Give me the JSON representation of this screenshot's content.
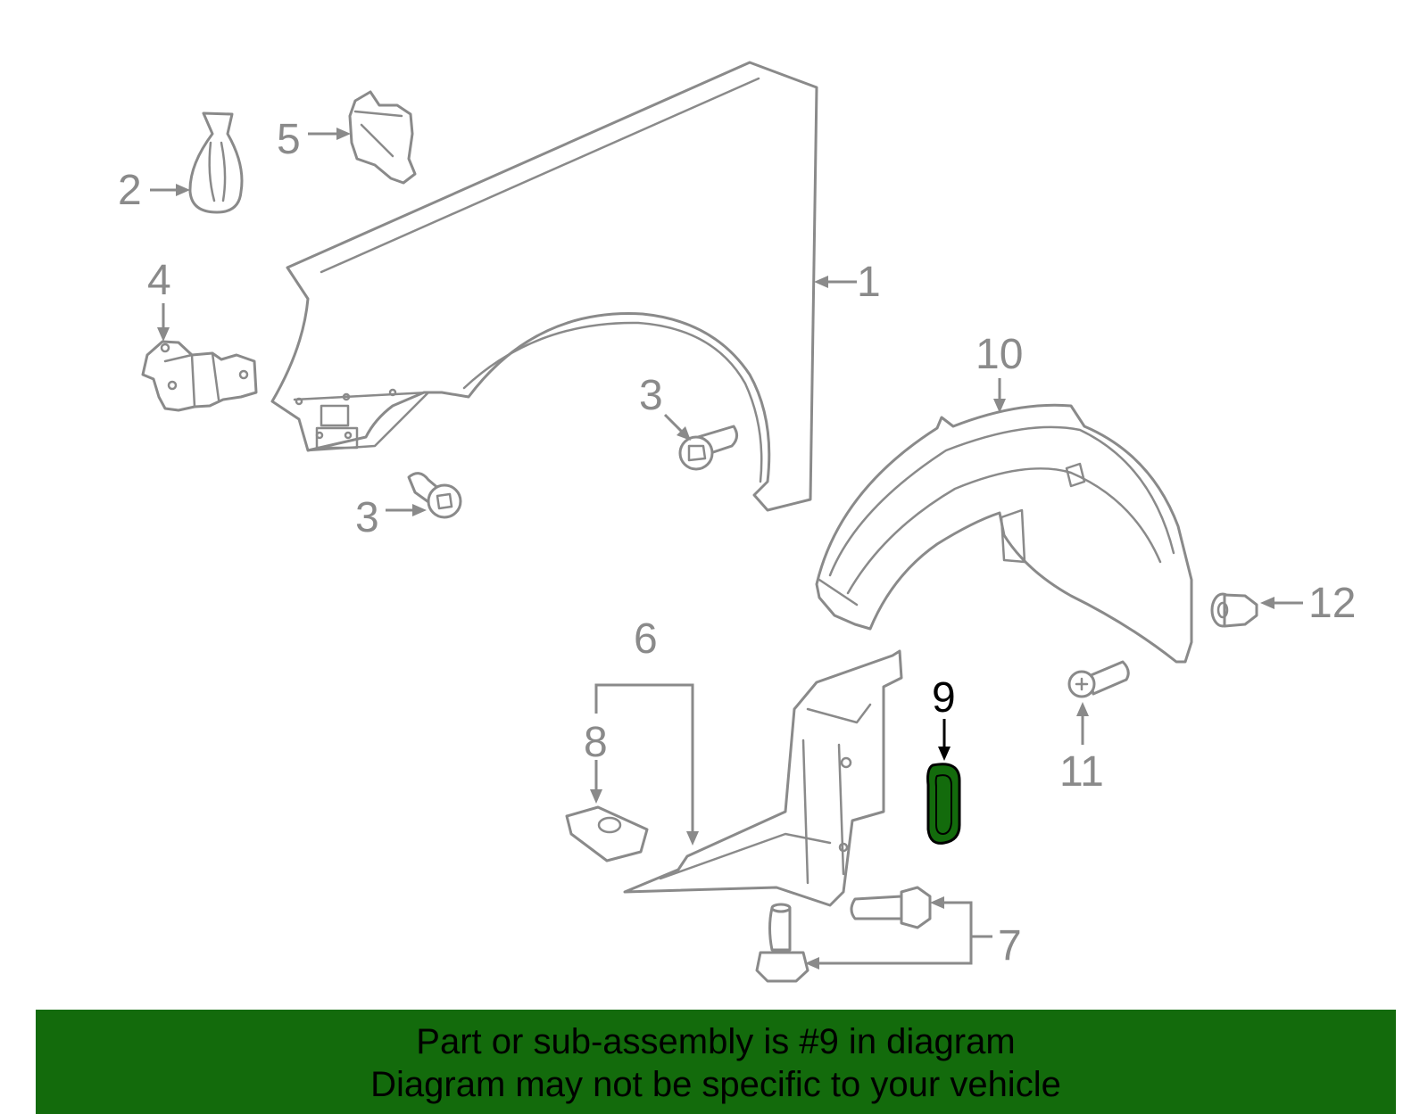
{
  "callouts": {
    "c1": "1",
    "c2": "2",
    "c3a": "3",
    "c3b": "3",
    "c4": "4",
    "c5": "5",
    "c6": "6",
    "c7": "7",
    "c8": "8",
    "c9": "9",
    "c10": "10",
    "c11": "11",
    "c12": "12"
  },
  "highlight": {
    "part": "9",
    "color": "#136b0c"
  },
  "banner": {
    "line1": "Part or sub-assembly is #9 in diagram",
    "line2": "Diagram may not be specific to your vehicle",
    "background": "#136b0c"
  }
}
